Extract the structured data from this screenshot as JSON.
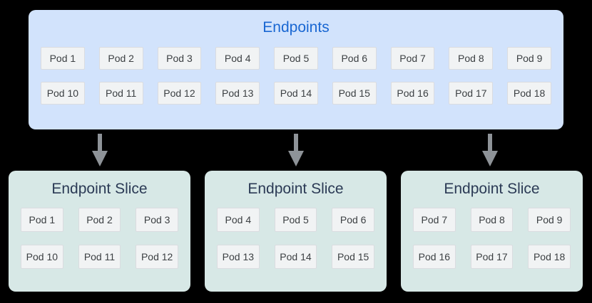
{
  "colors": {
    "background": "#000000",
    "endpoints_fill": "#d2e3fc",
    "endpoints_title_text": "#1967d2",
    "slice_fill": "#d7e8e6",
    "slice_title_text": "#2b3a55",
    "pod_fill": "#f1f3f4",
    "pod_border": "#dadce0",
    "pod_text": "#3c4043",
    "arrow": "#8e9398"
  },
  "endpoints": {
    "title": "Endpoints",
    "pods": [
      "Pod 1",
      "Pod 2",
      "Pod 3",
      "Pod 4",
      "Pod 5",
      "Pod 6",
      "Pod 7",
      "Pod 8",
      "Pod 9",
      "Pod 10",
      "Pod 11",
      "Pod 12",
      "Pod 13",
      "Pod 14",
      "Pod 15",
      "Pod 16",
      "Pod 17",
      "Pod 18"
    ]
  },
  "slices": [
    {
      "title": "Endpoint Slice",
      "pods": [
        "Pod 1",
        "Pod 2",
        "Pod 3",
        "Pod 10",
        "Pod 11",
        "Pod 12"
      ]
    },
    {
      "title": "Endpoint Slice",
      "pods": [
        "Pod 4",
        "Pod 5",
        "Pod 6",
        "Pod 13",
        "Pod 14",
        "Pod 15"
      ]
    },
    {
      "title": "Endpoint Slice",
      "pods": [
        "Pod 7",
        "Pod 8",
        "Pod 9",
        "Pod 16",
        "Pod 17",
        "Pod 18"
      ]
    }
  ]
}
